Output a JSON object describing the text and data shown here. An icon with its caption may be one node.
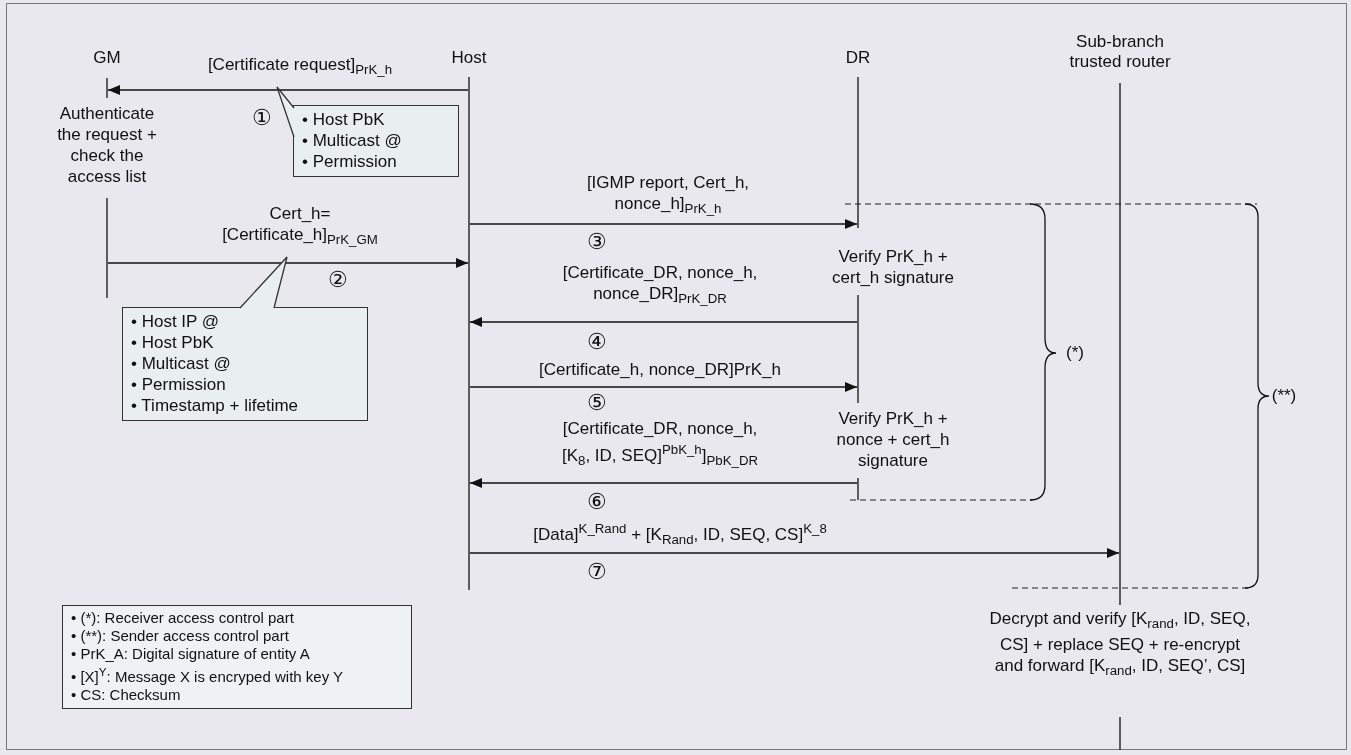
{
  "diagram": {
    "nodes": [
      {
        "text": [
          "GM",
          "Authenticate the request + check the access list"
        ]
      },
      {
        "text": [
          "Host"
        ]
      },
      {
        "text": [
          "DR",
          "Verify PrK_h + cert_h signature",
          "Verify PrK_h + nonce + cert_h signature"
        ]
      },
      {
        "text": [
          "Sub-branch trusted router",
          "Decrypt and verify [K$_{rand}$, ID, SEQ, CS] + replace SEQ + re-encrypt and forward [K$_{rand}$, ID, SEQ’, CS]"
        ]
      },
      {
        "text": [
          "• Host PbK",
          "• Multicast @",
          "• Permission"
        ]
      },
      {
        "text": [
          "• Host IP @",
          "• Host PbK",
          "• Multicast @",
          "• Permission",
          "• Timestamp + lifetime"
        ]
      },
      {
        "text": [
          "• (*): Receiver access control part",
          "• (**): Sender access control part",
          "• PrK_A: Digital signature of entity A",
          "• [X]$^{Y}$: Message X is encryped with key Y",
          "• CS: Checksum"
        ]
      }
    ],
    "edges": [
      {
        "from": 1,
        "to": 0,
        "arrow": "to",
        "label": "[Certificate request]$_{PrK_h}$"
      },
      {
        "from": 0,
        "to": 1,
        "arrow": "to",
        "label": "Cert_h= [Certificate_h]$_{PrK_GM}$"
      },
      {
        "from": 1,
        "to": 2,
        "arrow": "to",
        "label": "[IGMP report, Cert_h, nonce_h]$_{PrK_h}$"
      },
      {
        "from": 2,
        "to": 1,
        "arrow": "to",
        "label": "[Certificate_DR, nonce_h, nonce_DR]$_{PrK_DR}$"
      },
      {
        "from": 1,
        "to": 2,
        "arrow": "to",
        "label": "[Certificate_h, nonce_DR]PrK_h"
      },
      {
        "from": 2,
        "to": 1,
        "arrow": "to",
        "label": "[Certificate_DR, nonce_h, [K$_{8}$, ID, SEQ]$^{PbK_h}$]$_{PbK_DR}$"
      },
      {
        "from": 1,
        "to": 3,
        "arrow": "to",
        "label": "[Data]$^{K_Rand}$ + [K$_{Rand}$, ID, SEQ, CS]$^{K_8}$"
      }
    ],
    "labels": [
      "①",
      "②",
      "③",
      "④",
      "⑤",
      "⑥",
      "⑦",
      "(*)",
      "(**)"
    ]
  }
}
